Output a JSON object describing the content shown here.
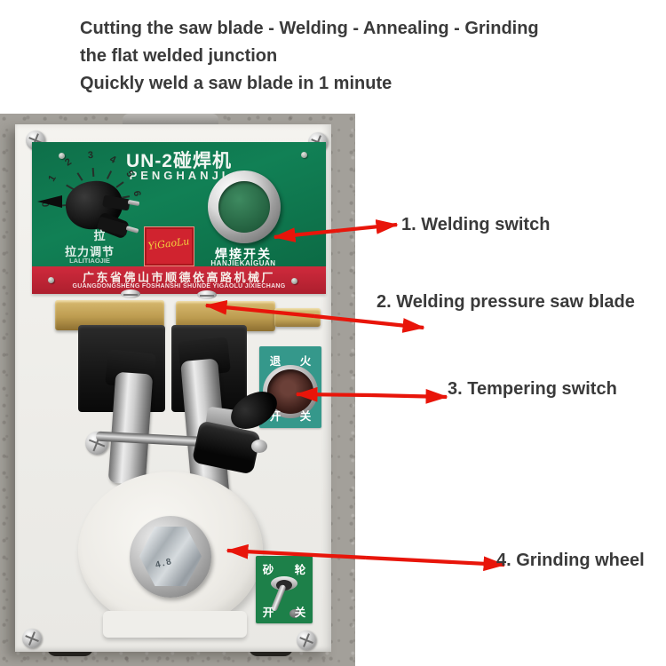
{
  "header": {
    "title_lines": [
      "Cutting the saw blade - Welding - Annealing - Grinding",
      "the flat welded junction",
      "Quickly weld a saw blade in 1 minute"
    ]
  },
  "callouts": [
    {
      "label": "1. Welding switch"
    },
    {
      "label": "2. Welding pressure saw blade"
    },
    {
      "label": "3. Tempering switch"
    },
    {
      "label": "4. Grinding wheel"
    }
  ],
  "machine": {
    "nameplate": {
      "model_cn": "UN-2碰焊机",
      "model_pinyin": "PENGHANJI",
      "dial_numbers": [
        "0",
        "1",
        "2",
        "3",
        "4",
        "5",
        "6"
      ],
      "pull_cn": "拉",
      "pull_adjust_cn": "拉力调节",
      "pull_adjust_pinyin": "LALITIAOJIE",
      "welding_switch_cn": "焊接开关",
      "welding_switch_pinyin": "HANJIEKAIGUAN",
      "logo_script": "YiGaoLu"
    },
    "factory_banner": {
      "cn": "广东省佛山市顺德依高路机械厂",
      "pinyin": "GUANGDONGSHENG FOSHANSHI SHUNDE YIGAOLU JIXIECHANG"
    },
    "tempering_panel": {
      "top_cn": "退 火",
      "bottom_cn": "开 关"
    },
    "grinder_panel": {
      "top_cn": "砂 轮",
      "bottom_cn": "开 关"
    },
    "bolt_marking": "4.8"
  },
  "colors": {
    "arrow_red": "#e8150a",
    "nameplate_green": "#107a50",
    "banner_red": "#c22534",
    "tempering_teal": "#35988b",
    "grinder_green": "#1d8049",
    "brass": "#c0a055",
    "body_white": "#f0efeb",
    "floor_gray": "#a3a09a"
  }
}
